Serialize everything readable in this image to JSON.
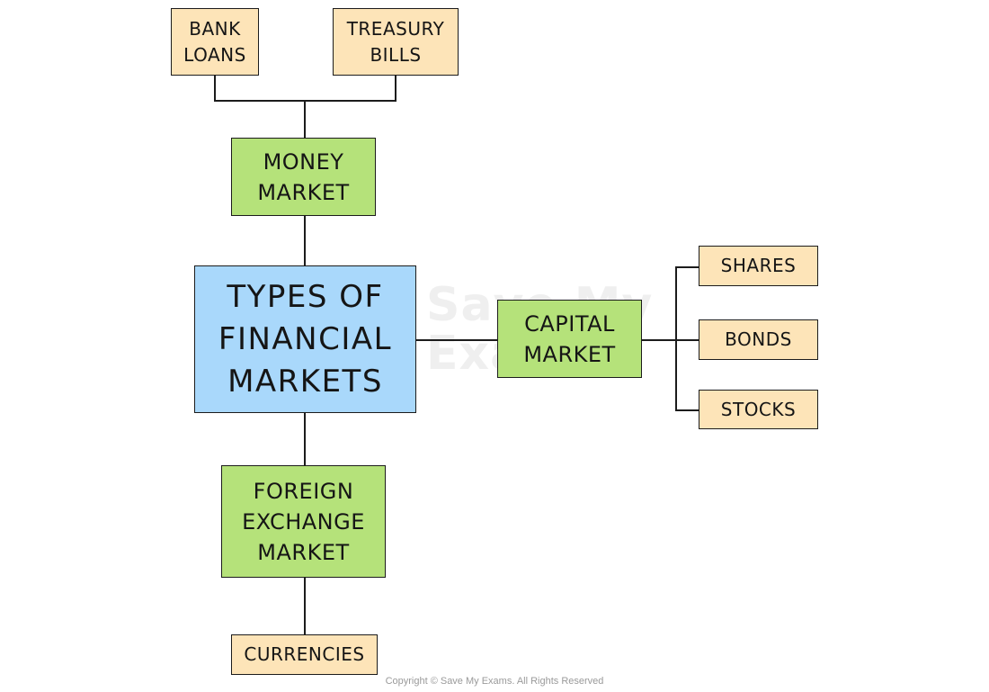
{
  "diagram": {
    "center": {
      "label": "TYPES OF\nFINANCIAL\nMARKETS"
    },
    "money_market": {
      "label": "MONEY\nMARKET",
      "children": [
        "BANK\nLOANS",
        "TREASURY\nBILLS"
      ]
    },
    "capital_market": {
      "label": "CAPITAL\nMARKET",
      "children": [
        "SHARES",
        "BONDS",
        "STOCKS"
      ]
    },
    "forex_market": {
      "label": "FOREIGN\nEXCHANGE\nMARKET",
      "children": [
        "CURRENCIES"
      ]
    }
  },
  "colors": {
    "center_fill": "#a9d8fb",
    "market_fill": "#b5e27a",
    "leaf_fill": "#fde4b8",
    "line": "#1c1c1c"
  },
  "watermark": {
    "text": "Save My\nExams"
  },
  "footer": {
    "copyright": "Copyright © Save My Exams. All Rights Reserved"
  }
}
